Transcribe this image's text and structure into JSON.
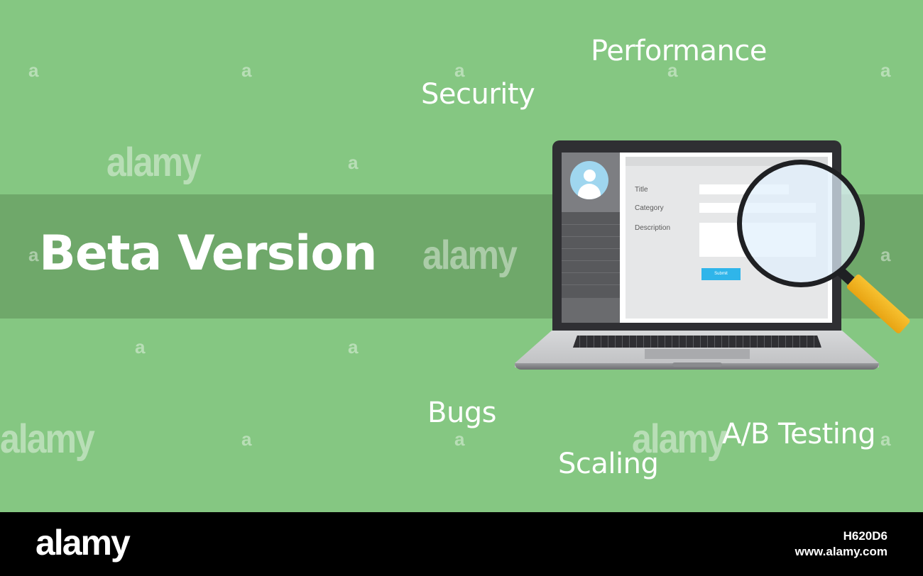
{
  "headline": "Beta Version",
  "keywords": {
    "performance": "Performance",
    "security": "Security",
    "bugs": "Bugs",
    "ab_testing": "A/B Testing",
    "scaling": "Scaling"
  },
  "form": {
    "title_label": "Title",
    "category_label": "Category",
    "description_label": "Description",
    "submit_label": "Submit"
  },
  "watermark": {
    "logo": "alamy",
    "mark": "a"
  },
  "footer": {
    "logo": "alamy",
    "image_id": "H620D6",
    "url": "www.alamy.com"
  },
  "colors": {
    "background": "#85c782",
    "band": "#6fa86a",
    "submit_button": "#2fb5ea",
    "magnifier_handle": "#f7c130"
  }
}
